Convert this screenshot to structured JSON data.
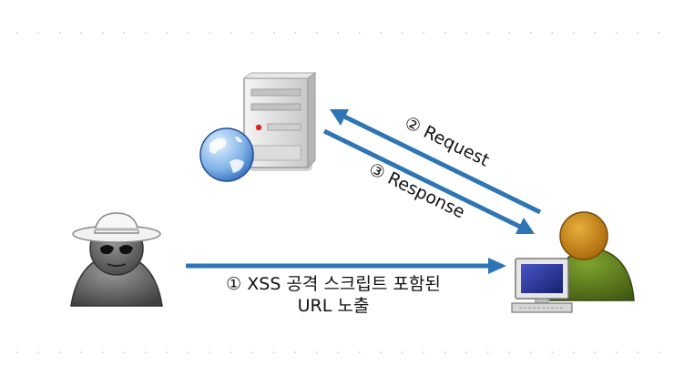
{
  "diagram": {
    "nodes": {
      "attacker": {
        "icon": "hacker-icon"
      },
      "server": {
        "icon": "web-server-icon"
      },
      "victim": {
        "icon": "user-computer-icon"
      }
    },
    "edges": [
      {
        "from": "attacker",
        "to": "victim",
        "label_lines": [
          "① XSS 공격 스크립트 포함된",
          "URL 노출"
        ]
      },
      {
        "from": "victim",
        "to": "server",
        "label": "② Request"
      },
      {
        "from": "server",
        "to": "victim",
        "label": "③ Response"
      }
    ],
    "colors": {
      "arrow": "#2e75b6",
      "border_dots": "#c8c8c8",
      "victim_head": "#c8860d",
      "victim_body": "#5f7d1e",
      "attacker": "#6b6b6b"
    }
  }
}
